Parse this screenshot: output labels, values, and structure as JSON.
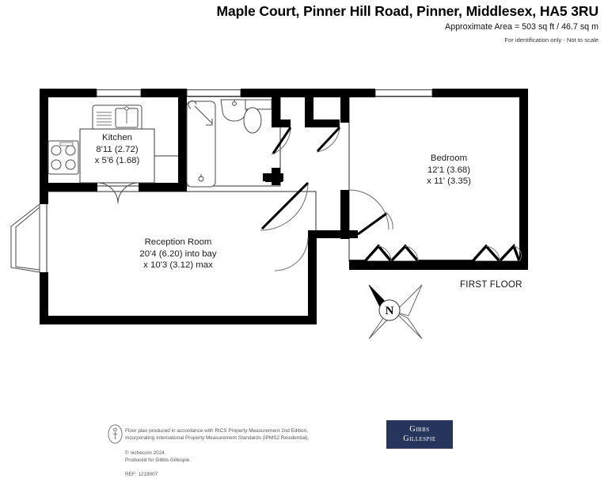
{
  "header": {
    "title": "Maple Court, Pinner Hill Road, Pinner, Middlesex, HA5 3RU",
    "approximate_area": "Approximate Area = 503 sq ft / 46.7 sq m",
    "disclaimer": "For identification only - Not to scale"
  },
  "plan": {
    "floor_level": "FIRST FLOOR",
    "compass_label": "N",
    "rooms": [
      {
        "id": "kitchen",
        "name": "Kitchen",
        "dim_line_1": "8'11 (2.72)",
        "dim_line_2": "x 5'6 (1.68)",
        "fixtures": [
          "sink-fixture",
          "hob-fixture",
          "double-door"
        ]
      },
      {
        "id": "reception",
        "name": "Reception Room",
        "dim_line_1": "20'4 (6.20) into bay",
        "dim_line_2": "x 10'3 (3.12) max",
        "fixtures": [
          "bay-window"
        ]
      },
      {
        "id": "bedroom",
        "name": "Bedroom",
        "dim_line_1": "12'1 (3.68)",
        "dim_line_2": "x 11' (3.35)",
        "fixtures": [
          "window-double",
          "door-swing"
        ]
      },
      {
        "id": "bathroom",
        "name": "",
        "dim_line_1": "",
        "dim_line_2": "",
        "fixtures": [
          "bath-fixture",
          "washbasin-fixture",
          "wc-fixture"
        ]
      }
    ]
  },
  "footer": {
    "line1": "Floor plan produced in accordance with RICS Property Measurement 2nd Edition,",
    "line2": "Incorporating International Property Measurement Standards (IPMS2 Residential).",
    "line2_copyright": "© nichecom 2024.",
    "line3": "Produced for Gibbs Gillespie.",
    "line3_ref": "REF:  1219007",
    "brand_line1": "Gibbs",
    "brand_line2": "Gillespie",
    "brand_color": "#25355c"
  },
  "colors": {
    "wall": "#000000",
    "thin_line": "#3a3a3a",
    "fixture_line": "#555555",
    "text": "#1a1a1a"
  }
}
